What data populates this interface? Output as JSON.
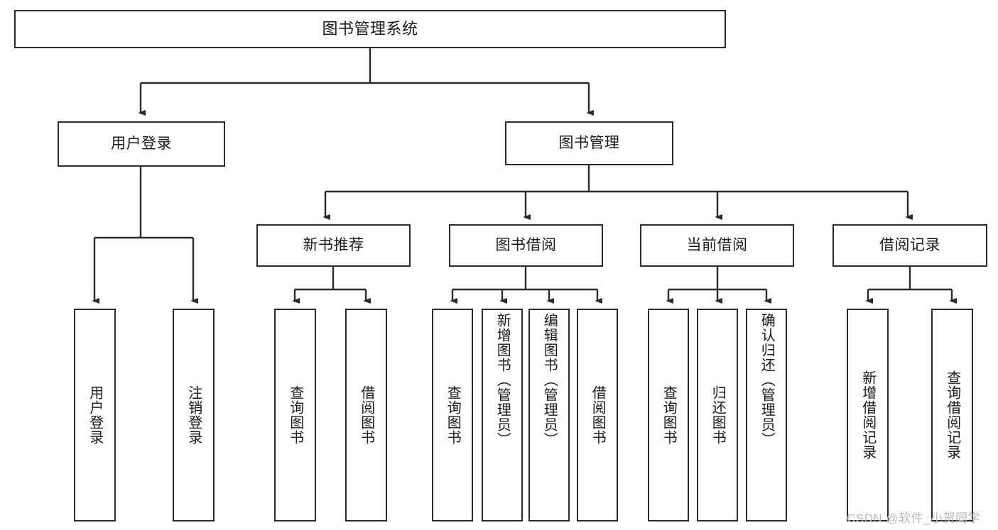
{
  "diagram": {
    "type": "tree-hierarchy",
    "title": "图书管理系统",
    "style": {
      "box_border_color": "#2b2b2b",
      "box_fill_color": "#ffffff",
      "edge_color": "#2b2b2b",
      "background": "#ffffff",
      "text_color": "#1a1a1a"
    },
    "root": {
      "label": "图书管理系统"
    },
    "level1": [
      {
        "label": "用户登录"
      },
      {
        "label": "图书管理"
      }
    ],
    "level2": [
      {
        "label": "新书推荐"
      },
      {
        "label": "图书借阅"
      },
      {
        "label": "当前借阅"
      },
      {
        "label": "借阅记录"
      }
    ],
    "leaves": {
      "user_login": [
        {
          "label": "用户登录"
        },
        {
          "label": "注销登录"
        }
      ],
      "new_book_recommend": [
        {
          "label": "查询图书"
        },
        {
          "label": "借阅图书"
        }
      ],
      "book_borrow": [
        {
          "label": "查询图书"
        },
        {
          "label": "新增图书（管理员）"
        },
        {
          "label": "编辑图书（管理员）"
        },
        {
          "label": "借阅图书"
        }
      ],
      "current_borrow": [
        {
          "label": "查询图书"
        },
        {
          "label": "归还图书"
        },
        {
          "label": "确认归还（管理员）"
        }
      ],
      "borrow_record": [
        {
          "label": "新增借阅记录"
        },
        {
          "label": "查询借阅记录"
        }
      ]
    }
  },
  "watermark": {
    "text": "CSDN @软件_小贺同学"
  }
}
